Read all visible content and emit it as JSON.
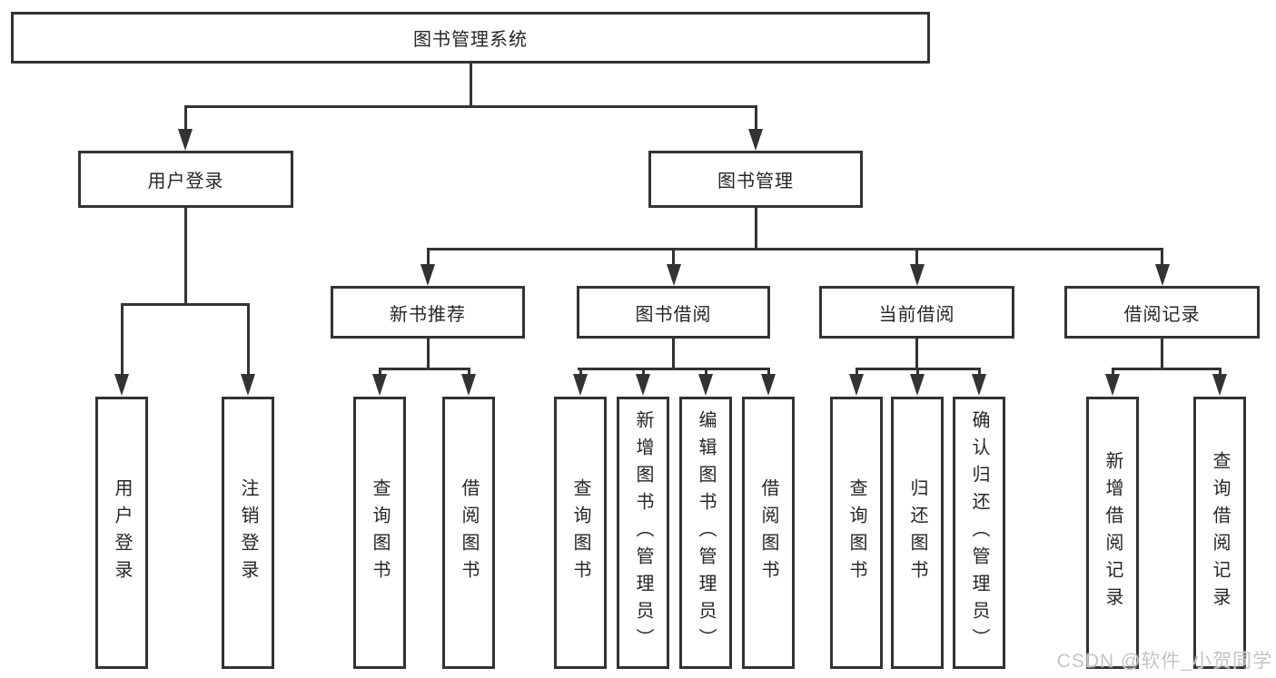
{
  "diagram": {
    "root": {
      "label": "图书管理系统"
    },
    "level1": [
      {
        "label": "用户登录",
        "children": [
          "用户登录",
          "注销登录"
        ]
      },
      {
        "label": "图书管理"
      }
    ],
    "level2": [
      {
        "label": "新书推荐",
        "children": [
          "查询图书",
          "借阅图书"
        ]
      },
      {
        "label": "图书借阅",
        "children": [
          "查询图书",
          "新增图书（管理员）",
          "编辑图书（管理员）",
          "借阅图书"
        ]
      },
      {
        "label": "当前借阅",
        "children": [
          "查询图书",
          "归还图书",
          "确认归还（管理员）"
        ]
      },
      {
        "label": "借阅记录",
        "children": [
          "新增借阅记录",
          "查询借阅记录"
        ]
      }
    ],
    "watermark": "CSDN @软件_小贺同学",
    "colors": {
      "line": "#333333",
      "text": "#262626",
      "background": "#ffffff",
      "watermark": "#c4c4c4"
    }
  }
}
